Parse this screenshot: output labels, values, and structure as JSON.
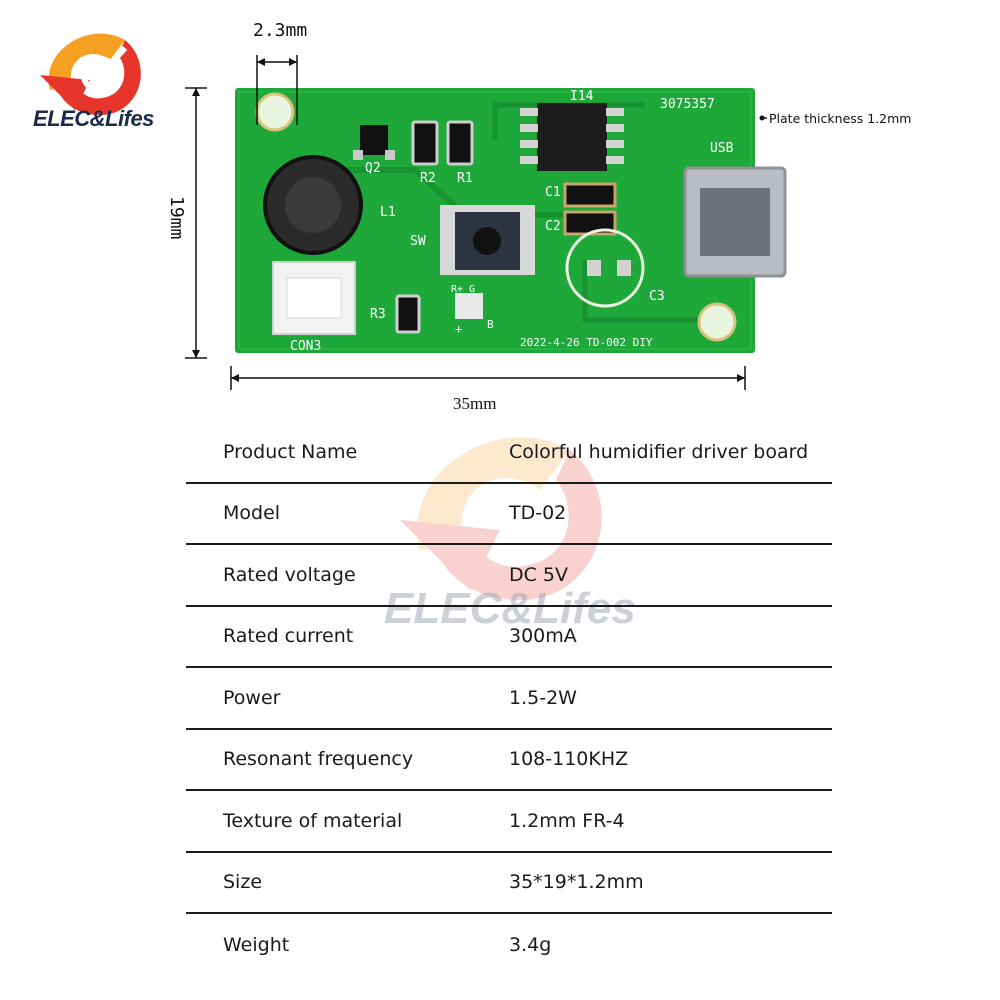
{
  "brand": {
    "logo_text": "ELEC&Lifes",
    "watermark_text": "ELEC&Lifes",
    "colors": {
      "logo_red": "#e8352b",
      "logo_orange": "#f5a023",
      "logo_navy": "#1b2a4a"
    }
  },
  "diagram": {
    "width_label": "35mm",
    "height_label": "19mm",
    "hole_label": "2.3mm",
    "thickness_label": "Plate thickness 1.2mm",
    "board_color": "#1fa83a",
    "silkscreen": {
      "serial": "3075357",
      "ic": "I14",
      "usb": "USB",
      "inductor": "L1",
      "q": "Q2",
      "r1": "R1",
      "r2": "R2",
      "r3": "R3",
      "c1": "C1",
      "c2": "C2",
      "c3": "C3",
      "sw": "SW",
      "connector": "CON3",
      "date": "2022-4-26  TD-002  DIY",
      "rgb": "R+ G",
      "b": "B",
      "plus": "+"
    }
  },
  "specs": [
    {
      "key": "Product Name",
      "value": "Colorful humidifier driver board"
    },
    {
      "key": "Model",
      "value": "TD-02"
    },
    {
      "key": "Rated voltage",
      "value": "DC 5V"
    },
    {
      "key": "Rated current",
      "value": "300mA"
    },
    {
      "key": "Power",
      "value": "1.5-2W"
    },
    {
      "key": "Resonant frequency",
      "value": "108-110KHZ"
    },
    {
      "key": "Texture of material",
      "value": "1.2mm FR-4"
    },
    {
      "key": "Size",
      "value": "35*19*1.2mm"
    },
    {
      "key": "Weight",
      "value": "3.4g"
    }
  ]
}
